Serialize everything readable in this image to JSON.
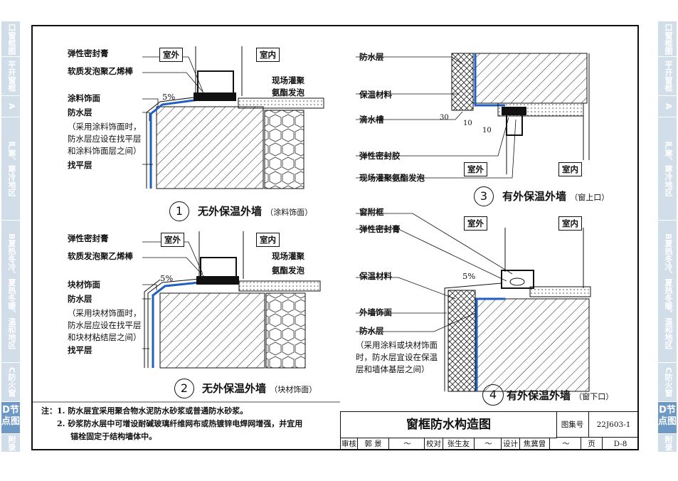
{
  "sidebar_left": [
    {
      "label": "口窗框图索"
    },
    {
      "label": "平开窗框图"
    },
    {
      "label": "A"
    },
    {
      "label": "严寒、寒冷地区"
    },
    {
      "label": "B夏热冬冷、夏热冬暖、温和地区"
    },
    {
      "label": "C防火窗"
    },
    {
      "label": "D节点图"
    },
    {
      "label": "附录"
    }
  ],
  "sidebar_right": [
    {
      "label": "口窗框图索"
    },
    {
      "label": "平开窗框图"
    },
    {
      "label": "A"
    },
    {
      "label": "严寒、寒冷地区"
    },
    {
      "label": "B夏热冬冷、夏热冬暖、温和地区"
    },
    {
      "label": "C防火窗"
    },
    {
      "label": "D节点图"
    },
    {
      "label": "附录"
    }
  ],
  "detail1": {
    "labels": [
      "弹性密封膏",
      "软质发泡聚乙烯棒",
      "涂料饰面",
      "防水层",
      "（采用涂料饰面时，",
      "防水层应设在找平层",
      "和涂料饰面层之间）",
      "找平层"
    ],
    "right_labels": [
      "现场灌聚",
      "氨酯发泡"
    ],
    "outside": "室外",
    "inside": "室内",
    "slope": "5%",
    "num": "1",
    "title": "无外保温外墙",
    "title_note": "（涂料饰面）"
  },
  "detail2": {
    "labels": [
      "弹性密封膏",
      "软质发泡聚乙烯棒",
      "块材饰面",
      "防水层",
      "（采用块材饰面时，",
      "防水层应设在找平层",
      "和块材粘结层之间）",
      "找平层"
    ],
    "right_labels": [
      "现场灌聚",
      "氨酯发泡"
    ],
    "outside": "室外",
    "inside": "室内",
    "slope": "5%",
    "num": "2",
    "title": "无外保温外墙",
    "title_note": "（块材饰面）"
  },
  "detail3": {
    "labels": [
      "防水层",
      "保温材料",
      "滴水槽",
      "弹性密封胶",
      "现场灌聚氨酯发泡"
    ],
    "dims": [
      "30",
      "10",
      "10"
    ],
    "outside": "室外",
    "inside": "室内",
    "num": "3",
    "title": "有外保温外墙",
    "title_note": "（窗上口）"
  },
  "detail4": {
    "labels": [
      "窗附框",
      "弹性密封膏",
      "保温材料",
      "外墙饰面",
      "防水层",
      "（采用涂料或块材饰面",
      "时，防水层宜设在保温",
      "层和墙体基层之间）"
    ],
    "outside": "室外",
    "inside": "室内",
    "slope": "5%",
    "num": "4",
    "title": "有外保温外墙",
    "title_note": "（窗下口）"
  },
  "notes": {
    "heading": "注：",
    "items": [
      "1.  防水层宜采用聚合物水泥防水砂浆或普通防水砂浆。",
      "2.  砂浆防水层中可增设耐碱玻璃纤维网布或热镀锌电焊网增强，并宜用",
      "     锚栓固定于结构墙体中。"
    ]
  },
  "title_block": {
    "title": "窗框防水构造图",
    "atlas_label": "图集号",
    "atlas_no": "22J603-1",
    "review": "审核",
    "reviewer": "郭 景",
    "check": "校对",
    "checker": "张生友",
    "design": "设计",
    "designer": "焦冀曾",
    "page_label": "页",
    "page_no": "D-8"
  },
  "colors": {
    "tab_active": "#6e99c6",
    "tab": "#d2ddea",
    "waterproof": "#1f5fbf"
  }
}
